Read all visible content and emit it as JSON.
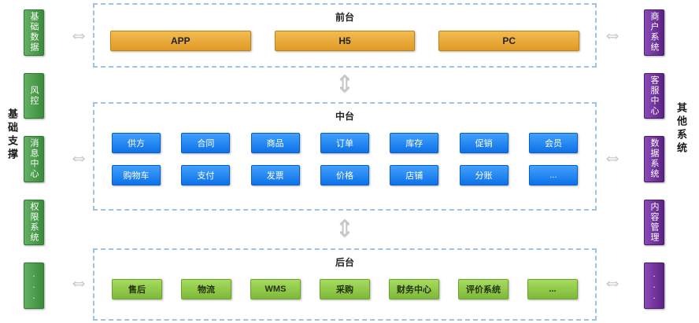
{
  "sides": {
    "left": {
      "label": "基础支撑",
      "items": [
        "基础数据",
        "风控",
        "消息中心",
        "权限系统",
        "..."
      ]
    },
    "right": {
      "label": "其他系统",
      "items": [
        "商户系统",
        "客服中心",
        "数据系统",
        "内容管理",
        "..."
      ]
    }
  },
  "sections": {
    "front": {
      "title": "前台",
      "items": [
        "APP",
        "H5",
        "PC"
      ]
    },
    "middle": {
      "title": "中台",
      "rows": [
        [
          "供方",
          "合同",
          "商品",
          "订单",
          "库存",
          "促销",
          "会员"
        ],
        [
          "购物车",
          "支付",
          "发票",
          "价格",
          "店铺",
          "分账",
          "..."
        ]
      ]
    },
    "back": {
      "title": "后台",
      "items": [
        "售后",
        "物流",
        "WMS",
        "采购",
        "财务中心",
        "评价系统",
        "..."
      ]
    }
  },
  "icons": {
    "h_arrow": "⇔",
    "v_arrow": "⇕"
  },
  "colors": {
    "support_green": "#3c8b3c",
    "other_purple": "#5c2284",
    "front_orange": "#e8a433",
    "middle_blue": "#1787f0",
    "back_green": "#8ec641",
    "dashed_border": "#9dc3e6",
    "arrow_gray": "#c6c6c6"
  }
}
